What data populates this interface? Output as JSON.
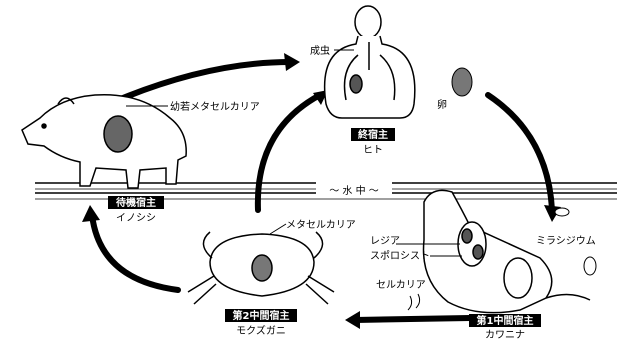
{
  "water_label": "〜 水 中 〜",
  "hosts": {
    "final": {
      "role": "終宿主",
      "name": "ヒト"
    },
    "paratenic": {
      "role": "待機宿主",
      "name": "イノシシ"
    },
    "second_intermediate": {
      "role": "第2中間宿主",
      "name": "モクズガニ"
    },
    "first_intermediate": {
      "role": "第1中間宿主",
      "name": "カワニナ"
    }
  },
  "stages": {
    "adult": "成虫",
    "egg": "卵",
    "juvenile": "幼若メタセルカリア",
    "metacercaria": "メタセルカリア",
    "miracidium": "ミラシジウム",
    "redia": "レジア",
    "sporocyst": "スポロシスト",
    "cercaria": "セルカリア"
  }
}
